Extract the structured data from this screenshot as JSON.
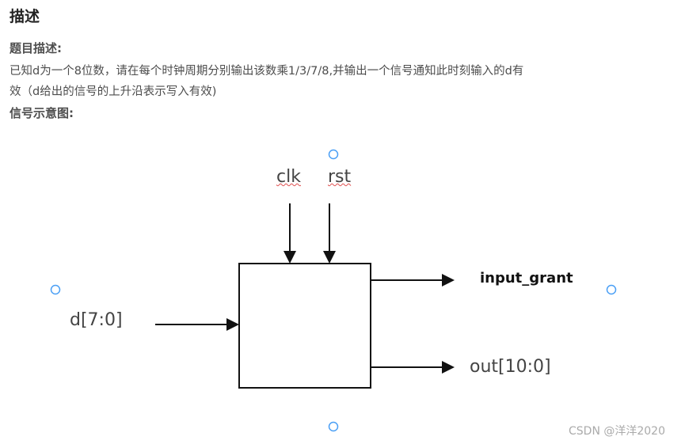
{
  "heading": "描述",
  "section_title": "题目描述:",
  "description_line1": "已知d为一个8位数，请在每个时钟周期分别输出该数乘1/3/7/8,并输出一个信号通知此时刻输入的d有",
  "description_line2": "效（d给出的信号的上升沿表示写入有效)",
  "diagram_title": "信号示意图:",
  "diagram": {
    "clk": "clk",
    "rst": "rst",
    "d_in": "d[7:0]",
    "input_grant": "input_grant",
    "out": "out[10:0]"
  },
  "watermark": "CSDN @洋洋2020",
  "colors": {
    "handle": "#4a9ff5"
  }
}
